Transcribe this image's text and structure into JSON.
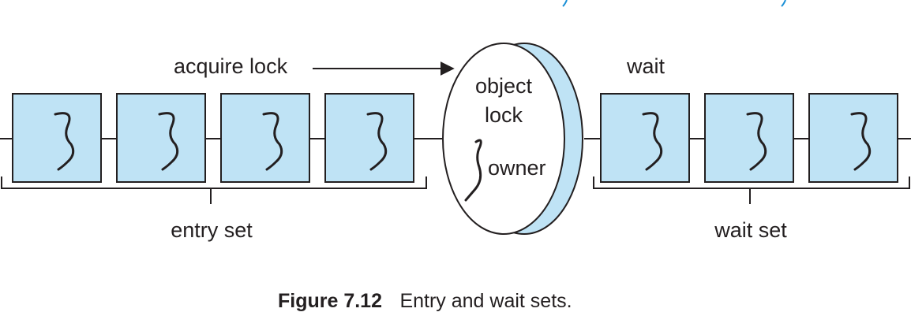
{
  "colors": {
    "box_fill": "#bfe3f5",
    "ink": "#231f20",
    "disc_rim": "#bfe3f5",
    "top_crop_text": "#1a8fd6"
  },
  "labels": {
    "acquire_lock": "acquire lock",
    "wait": "wait",
    "object": "object",
    "lock": "lock",
    "owner": "owner",
    "entry_set": "entry set",
    "wait_set": "wait set"
  },
  "caption": {
    "number": "Figure 7.12",
    "text": "Entry and wait sets."
  },
  "entry_set": {
    "thread_count": 4,
    "icon": "thread-squiggle-icon"
  },
  "wait_set": {
    "thread_count": 3,
    "icon": "thread-squiggle-icon"
  }
}
